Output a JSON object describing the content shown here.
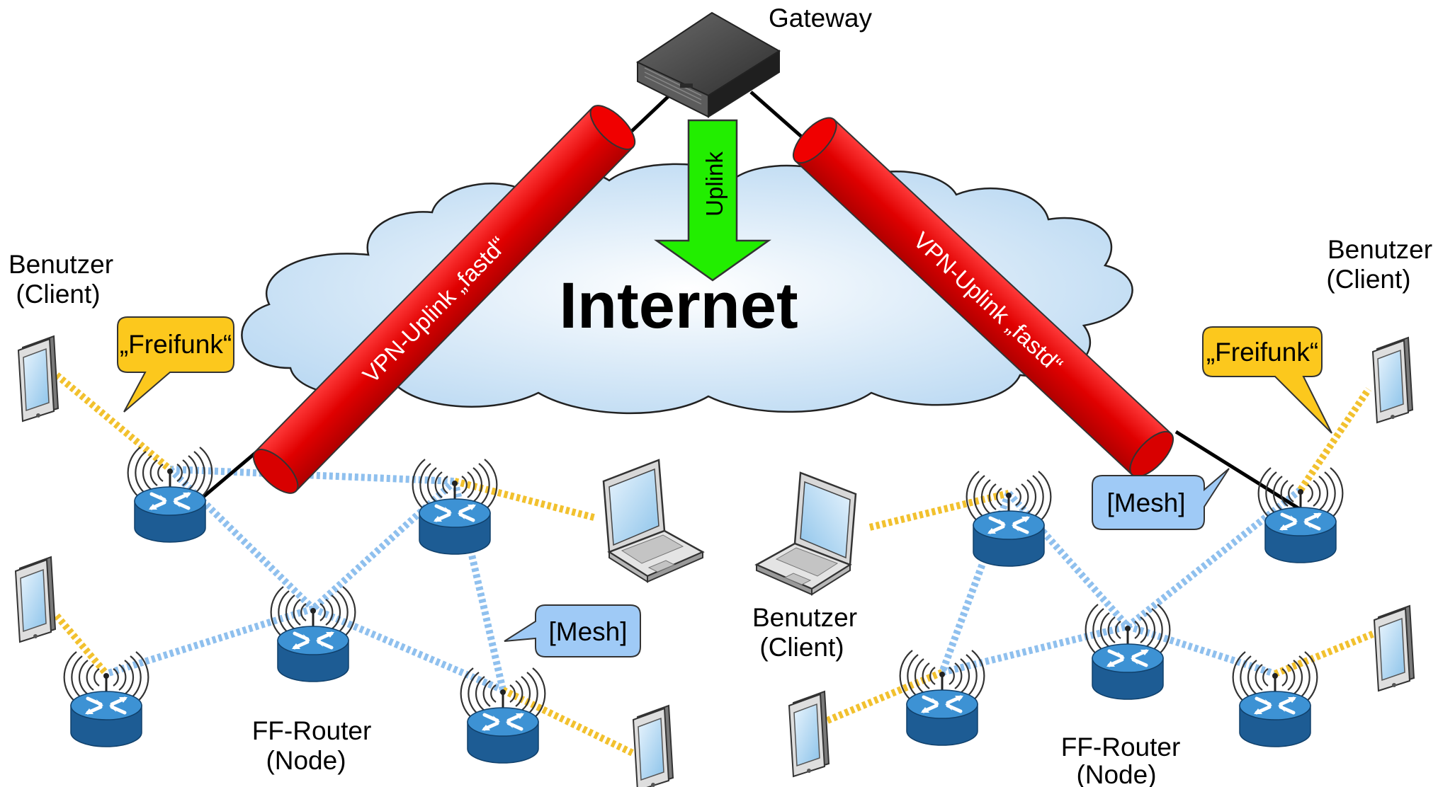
{
  "labels": {
    "gateway": "Gateway",
    "internet": "Internet",
    "uplink": "Uplink",
    "vpn_left": "VPN-Uplink „fastd“",
    "vpn_right": "VPN-Uplink „fastd“",
    "client_left_1": "Benutzer",
    "client_left_2": "(Client)",
    "client_right_1": "Benutzer",
    "client_right_2": "(Client)",
    "client_mid_1": "Benutzer",
    "client_mid_2": "(Client)",
    "router_left_1": "FF-Router",
    "router_left_2": "(Node)",
    "router_right_1": "FF-Router",
    "router_right_2": "(Node)"
  },
  "bubbles": {
    "freifunk_left": "„Freifunk“",
    "freifunk_right": "„Freifunk“",
    "mesh_left": "[Mesh]",
    "mesh_right": "[Mesh]"
  },
  "colors": {
    "vpn_tube": "#ee0000",
    "uplink_arrow": "#22ee00",
    "cloud": "#c9e2f6",
    "router": "#2f7fc1",
    "mesh_link": "#8fc0ee",
    "client_link": "#f2c12e",
    "freifunk_bubble": "#fcc81d",
    "mesh_bubble": "#9fcaf6"
  }
}
